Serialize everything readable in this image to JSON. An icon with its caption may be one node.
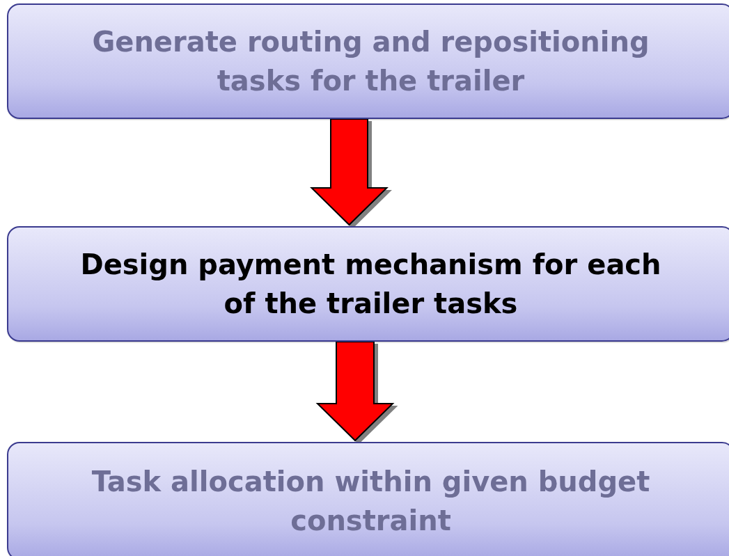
{
  "diagram": {
    "nodes": [
      {
        "text": [
          "Generate routing and repositioning tasks for the trailer"
        ]
      },
      {
        "text": [
          "Design payment mechanism for each of the trailer tasks"
        ]
      },
      {
        "text": [
          "Task allocation within given budget constraint"
        ]
      }
    ],
    "edges": [
      {
        "from": 0,
        "to": 1,
        "arrow": "to"
      },
      {
        "from": 1,
        "to": 2,
        "arrow": "to"
      }
    ]
  }
}
